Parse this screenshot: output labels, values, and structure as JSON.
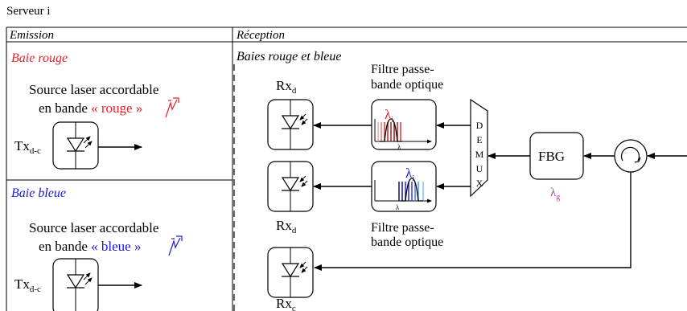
{
  "server_title": "Serveur i",
  "emission": {
    "header": "Emission",
    "red_bay": {
      "title": "Baie rouge",
      "source_line1": "Source laser accordable",
      "source_line2_prefix": "en bande ",
      "source_band": "« rouge »",
      "tx_main": "Tx",
      "tx_sub": "d-c"
    },
    "blue_bay": {
      "title": "Baie bleue",
      "source_line1": "Source laser accordable",
      "source_line2_prefix": "en bande ",
      "source_band": "« bleue »",
      "tx_main": "Tx",
      "tx_sub": "d-c"
    }
  },
  "reception": {
    "header": "Réception",
    "bays_label": "Baies rouge et bleue",
    "filter_top": {
      "line1": "Filtre passe-",
      "line2": "bande optique",
      "lambda_main": "λ",
      "lambda_sub": "i",
      "axis": "λ"
    },
    "filter_bottom": {
      "line1": "Filtre passe-",
      "line2": "bande optique",
      "lambda_main": "λ",
      "lambda_sub": "i",
      "axis": "λ"
    },
    "rx_top": {
      "main": "Rx",
      "sub": "d"
    },
    "rx_mid": {
      "main": "Rx",
      "sub": "d"
    },
    "rx_bottom": {
      "main": "Rx",
      "sub": "c"
    },
    "demux_letters": [
      "D",
      "E",
      "M",
      "U",
      "X"
    ],
    "fbg": {
      "label": "FBG",
      "lambda_main": "λ",
      "lambda_sub": "g"
    }
  },
  "colors": {
    "red": "#e8202a",
    "blue": "#1a1adc",
    "purple": "#b040b0",
    "line": "#000000"
  }
}
